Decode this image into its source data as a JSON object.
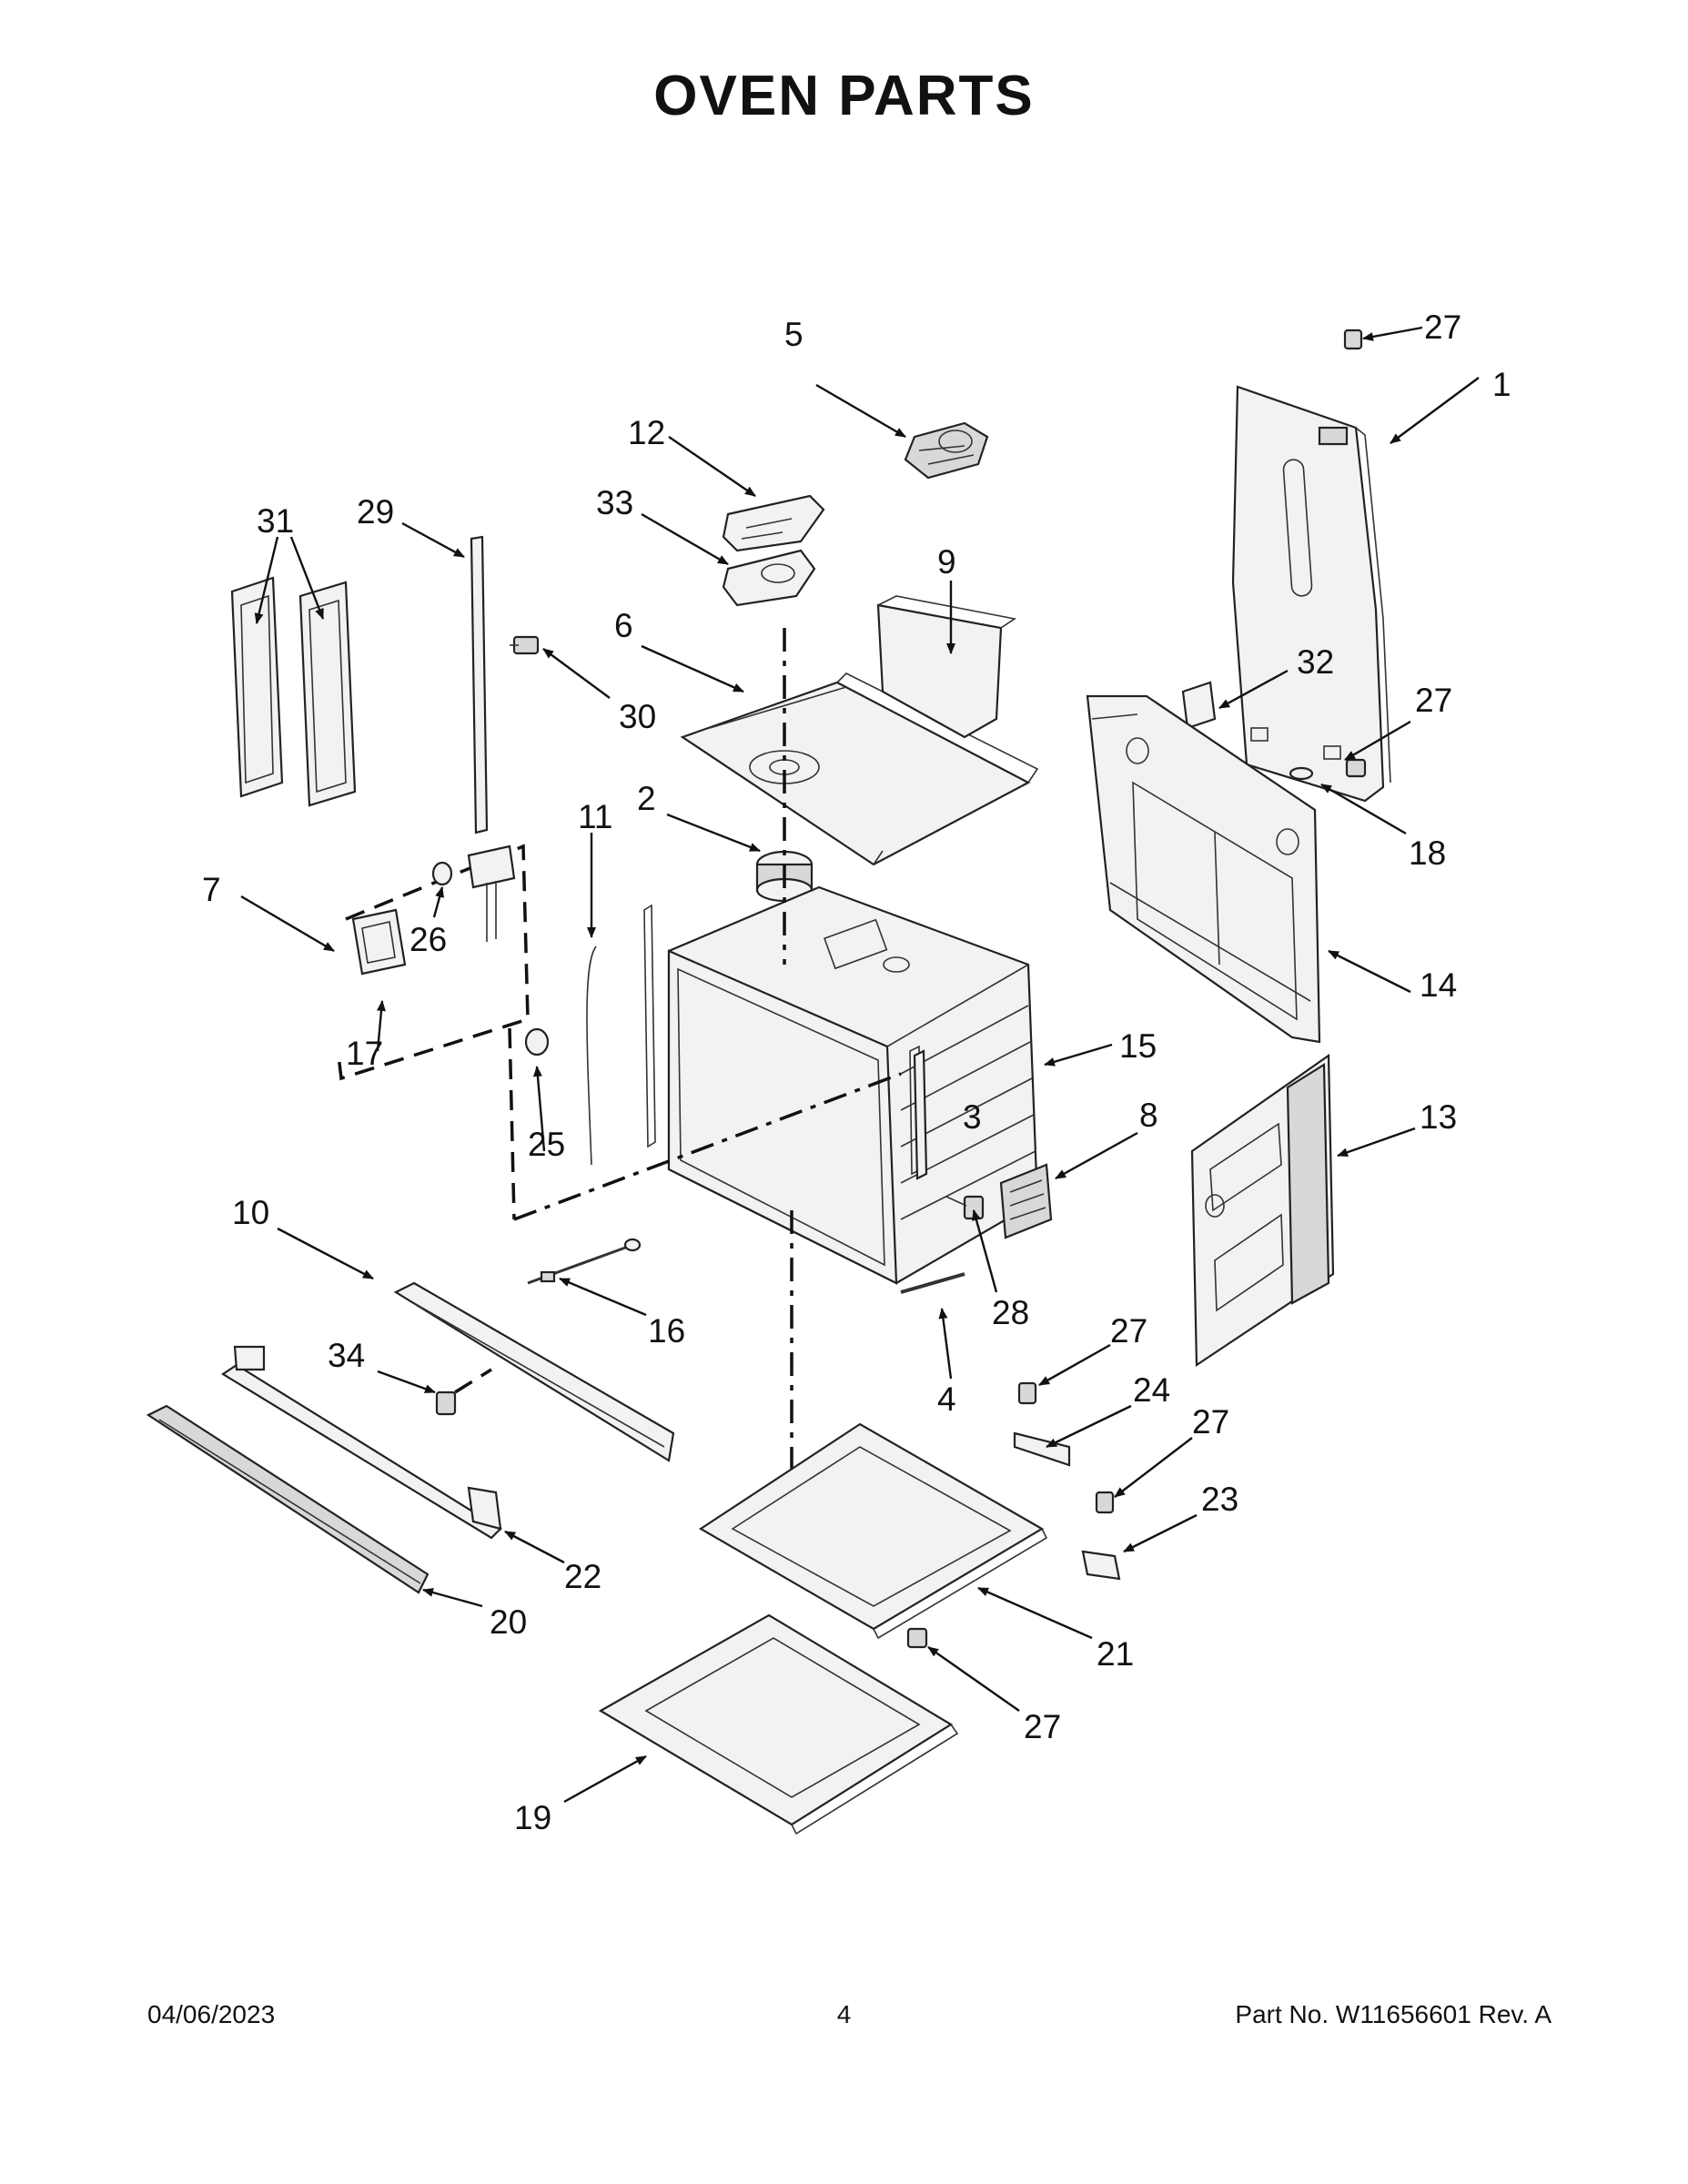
{
  "title": "OVEN PARTS",
  "footer": {
    "date": "04/06/2023",
    "page": "4",
    "part_no": "Part No.  W11656601  Rev.  A"
  },
  "callouts": {
    "c1": "1",
    "c2": "2",
    "c3": "3",
    "c4": "4",
    "c5": "5",
    "c6": "6",
    "c7": "7",
    "c8": "8",
    "c9": "9",
    "c10": "10",
    "c11": "11",
    "c12": "12",
    "c13": "13",
    "c14": "14",
    "c15": "15",
    "c16": "16",
    "c17": "17",
    "c18": "18",
    "c19": "19",
    "c20": "20",
    "c21": "21",
    "c22": "22",
    "c23": "23",
    "c24": "24",
    "c25": "25",
    "c26": "26",
    "c27a": "27",
    "c27b": "27",
    "c27c": "27",
    "c27d": "27",
    "c27e": "27",
    "c28": "28",
    "c29": "29",
    "c30": "30",
    "c31": "31",
    "c32": "32",
    "c33": "33",
    "c34": "34"
  }
}
